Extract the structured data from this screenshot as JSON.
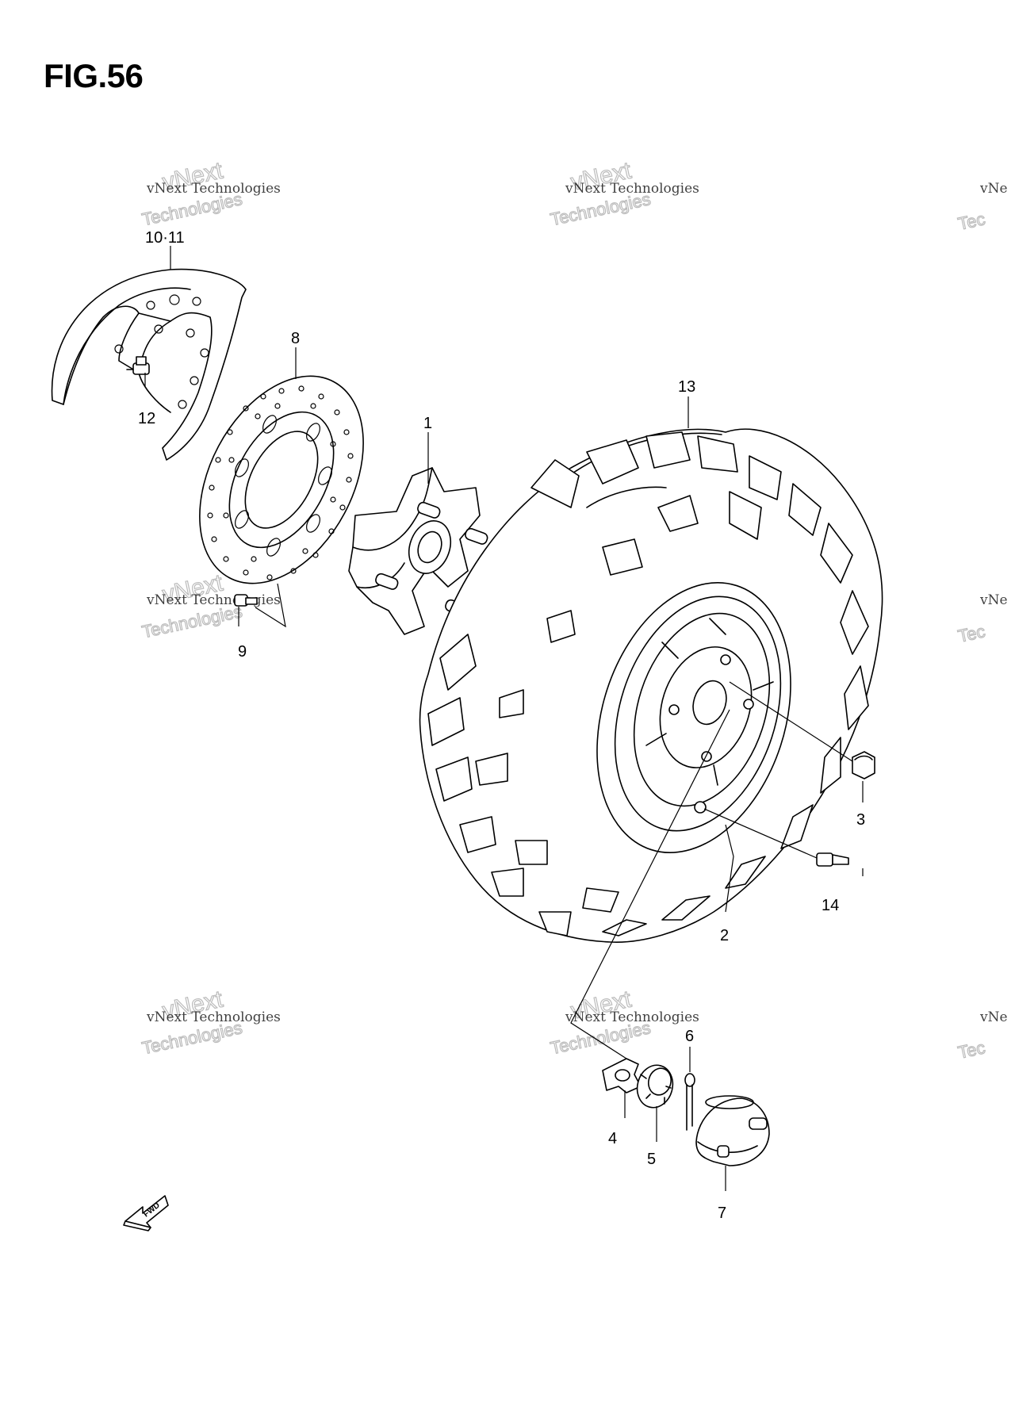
{
  "figure": {
    "title": "FIG.56"
  },
  "watermark": {
    "line1": "vNext Technologies",
    "line2": "vNext",
    "line3": "Technologies",
    "clip1": "vNe",
    "clip2": "Tec"
  },
  "callouts": {
    "c1": "1",
    "c2": "2",
    "c3": "3",
    "c4": "4",
    "c5": "5",
    "c6": "6",
    "c7": "7",
    "c8": "8",
    "c9": "9",
    "c10_11": "10·11",
    "c12": "12",
    "c13": "13",
    "c14": "14"
  },
  "fwd": "FWD",
  "parts": [
    {
      "ref": "1",
      "icon": "wheel-hub-icon"
    },
    {
      "ref": "2",
      "icon": "wheel-rim-icon"
    },
    {
      "ref": "3",
      "icon": "lug-nut-icon"
    },
    {
      "ref": "4",
      "icon": "washer-icon"
    },
    {
      "ref": "5",
      "icon": "castle-nut-icon"
    },
    {
      "ref": "6",
      "icon": "cotter-pin-icon"
    },
    {
      "ref": "7",
      "icon": "hub-cap-icon"
    },
    {
      "ref": "8",
      "icon": "brake-disc-icon"
    },
    {
      "ref": "9",
      "icon": "bolt-icon"
    },
    {
      "ref": "10·11",
      "icon": "disc-cover-icon"
    },
    {
      "ref": "12",
      "icon": "bolt-icon"
    },
    {
      "ref": "13",
      "icon": "tire-icon"
    },
    {
      "ref": "14",
      "icon": "valve-icon"
    }
  ]
}
